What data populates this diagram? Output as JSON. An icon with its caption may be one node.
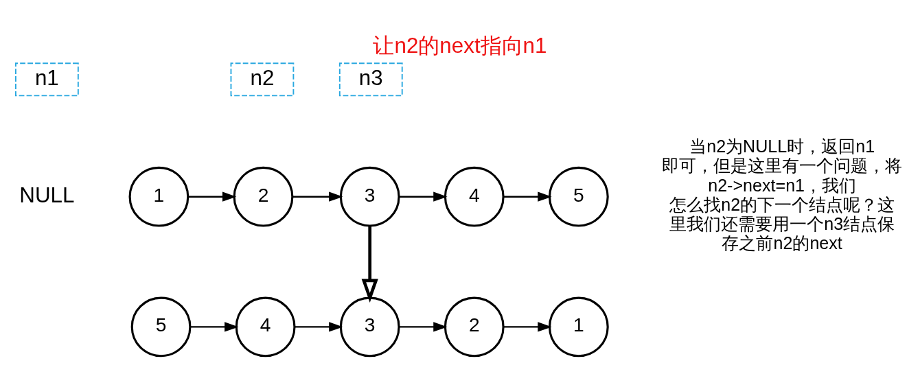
{
  "diagram": {
    "title": "让n2的next指向n1",
    "nodes": [
      {
        "text": [
          "n1"
        ]
      },
      {
        "text": [
          "n2"
        ]
      },
      {
        "text": [
          "n3"
        ]
      },
      {
        "text": [
          "NULL"
        ]
      },
      {
        "text": [
          "1"
        ]
      },
      {
        "text": [
          "2"
        ]
      },
      {
        "text": [
          "3"
        ]
      },
      {
        "text": [
          "4"
        ]
      },
      {
        "text": [
          "5"
        ]
      },
      {
        "text": [
          "5"
        ]
      },
      {
        "text": [
          "4"
        ]
      },
      {
        "text": [
          "3"
        ]
      },
      {
        "text": [
          "2"
        ]
      },
      {
        "text": [
          "1"
        ]
      }
    ],
    "edges": [
      {
        "from": 4,
        "to": 5,
        "arrow": "to"
      },
      {
        "from": 5,
        "to": 6,
        "arrow": "to"
      },
      {
        "from": 6,
        "to": 7,
        "arrow": "to"
      },
      {
        "from": 7,
        "to": 8,
        "arrow": "to"
      },
      {
        "from": 6,
        "to": 11,
        "arrow": "to",
        "style": "thick"
      },
      {
        "from": 9,
        "to": 10,
        "arrow": "to"
      },
      {
        "from": 10,
        "to": 11,
        "arrow": "to"
      },
      {
        "from": 11,
        "to": 12,
        "arrow": "to"
      },
      {
        "from": 12,
        "to": 13,
        "arrow": "to"
      }
    ],
    "labels": [
      "当n2为NULL时，返回n1即可，但是这里有一个问题，将n2->next=n1，我们怎么找n2的下一个结点呢？这里我们还需要用一个n3结点保存之前n2的next"
    ]
  }
}
